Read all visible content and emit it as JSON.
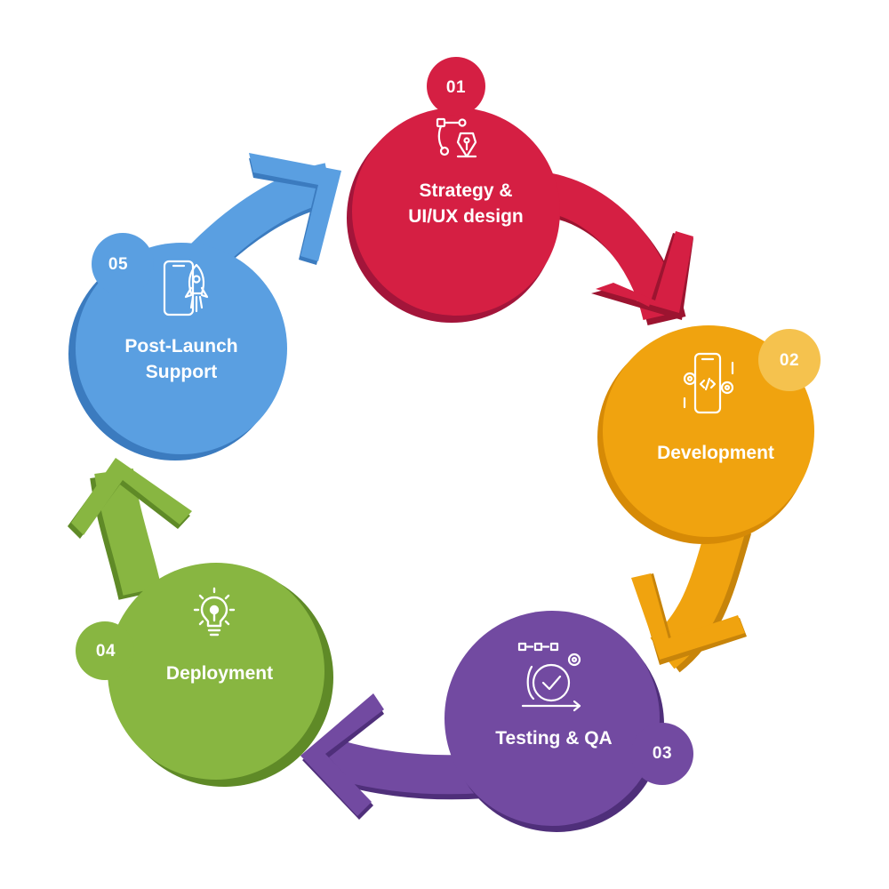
{
  "colors": {
    "strategy": "#d51f43",
    "development": "#f0a30f",
    "testing": "#724aa1",
    "deployment": "#88b641",
    "support": "#5a9fe1"
  },
  "stages": [
    {
      "id": "strategy",
      "number": "01",
      "title": [
        "Strategy &",
        "UI/UX design"
      ],
      "icon": "pen-tool-icon"
    },
    {
      "id": "development",
      "number": "02",
      "title": [
        "Development"
      ],
      "icon": "mobile-code-gears-icon"
    },
    {
      "id": "testing",
      "number": "03",
      "title": [
        "Testing & QA"
      ],
      "icon": "test-cycle-check-icon"
    },
    {
      "id": "deployment",
      "number": "04",
      "title": [
        "Deployment"
      ],
      "icon": "lightbulb-icon"
    },
    {
      "id": "support",
      "number": "05",
      "title": [
        "Post-Launch",
        "Support"
      ],
      "icon": "mobile-rocket-icon"
    }
  ]
}
